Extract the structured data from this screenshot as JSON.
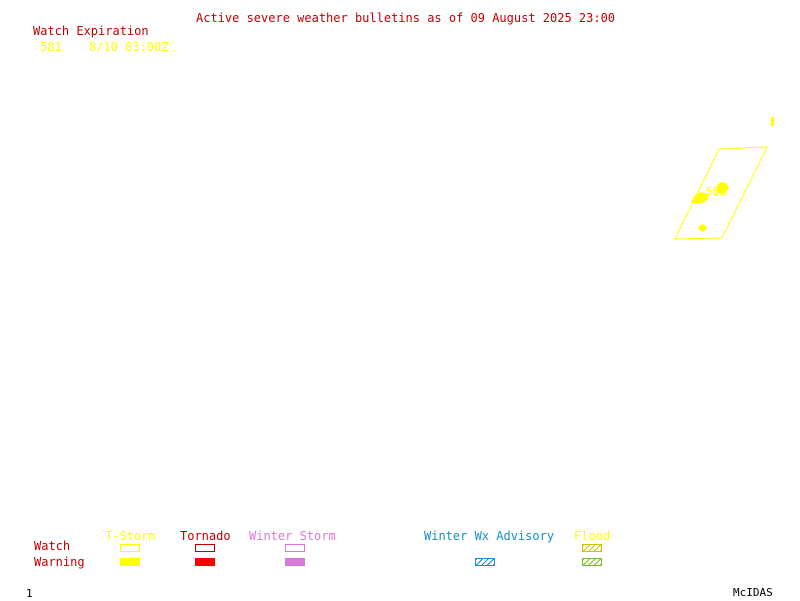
{
  "header": {
    "title": "Active severe weather bulletins as of 09 August 2025 23:00",
    "title_color": "#c00000"
  },
  "watch_table": {
    "heading": "Watch Expiration",
    "heading_color": "#c00000",
    "rows": [
      {
        "id": "581",
        "expires": "8/10 03:00Z",
        "color": "#ffff00"
      }
    ]
  },
  "map": {
    "watch_box_label": "581",
    "watch_box_color": "#ffff00"
  },
  "legend": {
    "row_watch": "Watch",
    "row_warning": "Warning",
    "row_color": "#c00000",
    "columns": [
      {
        "label": "T-Storm",
        "color": "#ffff00",
        "type": "solid"
      },
      {
        "label": "Tornado",
        "color": "#ff0000",
        "type": "solid",
        "label_color": "#c00000"
      },
      {
        "label": "Winter Storm",
        "color": "#d878d8",
        "type": "solid"
      },
      {
        "label": "Winter Wx Advisory",
        "color": "#1890c8",
        "type": "hatch"
      },
      {
        "label": "Flood",
        "color": "#78c028",
        "type": "hatch",
        "label_color": "#ffff00",
        "watch_color": "#c8c800"
      }
    ]
  },
  "footer": {
    "frame_number": "1",
    "brand": "McIDAS"
  }
}
